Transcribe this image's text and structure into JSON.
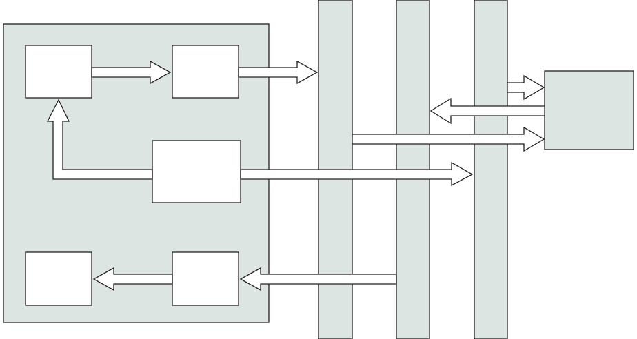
{
  "colors": {
    "panel_fill": "#dde5e3",
    "box_fill": "#ffffff",
    "stroke": "#231f20",
    "arrow_fill": "#ffffff"
  },
  "diagram": {
    "container": {
      "name": "main-block"
    },
    "boxes": [
      {
        "name": "box-top-left"
      },
      {
        "name": "box-top-middle"
      },
      {
        "name": "box-center"
      },
      {
        "name": "box-bottom-left"
      },
      {
        "name": "box-bottom-middle"
      },
      {
        "name": "external-block"
      }
    ],
    "buses": [
      {
        "name": "bus-1"
      },
      {
        "name": "bus-2"
      },
      {
        "name": "bus-3"
      }
    ],
    "arrows": [
      {
        "name": "arrow-top-left-to-top-middle"
      },
      {
        "name": "arrow-top-middle-to-bus-1"
      },
      {
        "name": "arrow-center-to-top-left"
      },
      {
        "name": "arrow-center-to-bus-3"
      },
      {
        "name": "arrow-bus-2-to-bottom-middle"
      },
      {
        "name": "arrow-bottom-middle-to-bottom-left"
      },
      {
        "name": "arrow-bus-3-to-external-top"
      },
      {
        "name": "arrow-external-to-bus-2"
      },
      {
        "name": "arrow-bus-2-to-external-bottom"
      }
    ]
  }
}
